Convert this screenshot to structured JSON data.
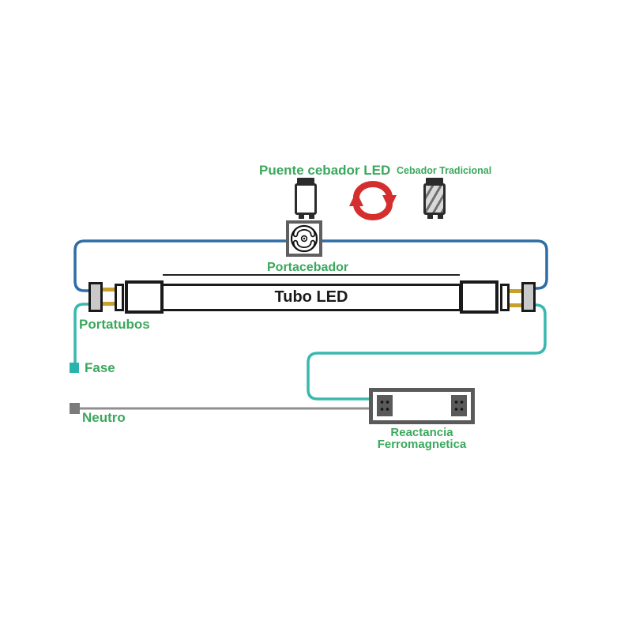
{
  "diagram": {
    "title_area": {
      "led_starter_label": "Puente cebador LED",
      "traditional_starter_label": "Cebador Tradicional"
    },
    "socket": {
      "label": "Portacebador"
    },
    "tube": {
      "label": "Tubo LED",
      "holders_label": "Portatubos"
    },
    "power": {
      "phase_label": "Fase",
      "neutral_label": "Neutro"
    },
    "ballast": {
      "label_line1": "Reactancia",
      "label_line2": "Ferromagnetica"
    },
    "icons": [
      "led-starter-icon",
      "swap-arrows-icon",
      "traditional-starter-icon",
      "starter-socket-icon",
      "tube-holder-icon",
      "tube-pin-icon",
      "ballast-icon",
      "phase-terminal-icon",
      "neutral-terminal-icon"
    ],
    "colors": {
      "label_green": "#3aa85c",
      "wire_blue": "#2e6da6",
      "wire_teal": "#38b8ae",
      "wire_neutral_gray": "#8f8f8f",
      "pin_yellow": "#c7a12c",
      "swap_red": "#d42e2e",
      "outline_black": "#1a1a1a",
      "holder_gray": "#c9c9c9",
      "ballast_gray": "#5a5a5a"
    }
  }
}
